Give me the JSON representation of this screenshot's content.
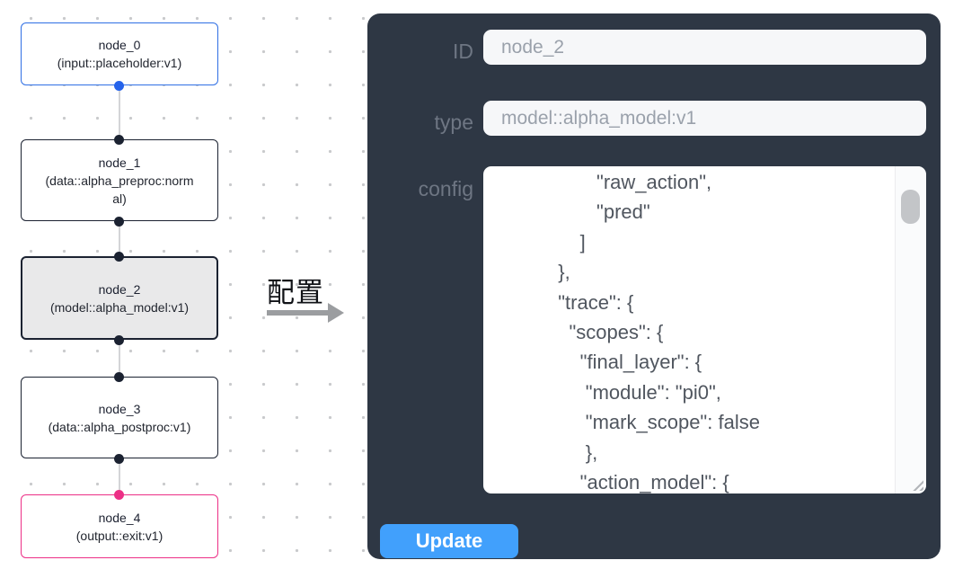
{
  "canvas": {
    "nodes": [
      {
        "id": "node_0",
        "title": "node_0",
        "subtitle": "(input::placeholder:v1)",
        "variant": "input"
      },
      {
        "id": "node_1",
        "title": "node_1",
        "subtitle": "(data::alpha_preproc:normal)",
        "variant": "default"
      },
      {
        "id": "node_2",
        "title": "node_2",
        "subtitle": "(model::alpha_model:v1)",
        "variant": "selected"
      },
      {
        "id": "node_3",
        "title": "node_3",
        "subtitle": "(data::alpha_postproc:v1)",
        "variant": "default"
      },
      {
        "id": "node_4",
        "title": "node_4",
        "subtitle": "(output::exit:v1)",
        "variant": "output"
      }
    ],
    "edge_label": "配置"
  },
  "panel": {
    "fields": [
      {
        "label": "ID",
        "value": "node_2"
      },
      {
        "label": "type",
        "value": "model::alpha_model:v1"
      }
    ],
    "config": {
      "label": "config",
      "text": "                  \"raw_action\",\n                  \"pred\"\n               ]\n           },\n           \"trace\": {\n             \"scopes\": {\n               \"final_layer\": {\n                \"module\": \"pi0\",\n                \"mark_scope\": false\n                },\n               \"action_model\": {"
    },
    "update_button": "Update"
  },
  "colors": {
    "panel_bg": "#2e3744",
    "button_blue": "#41a0fc",
    "node_blue_border": "#2f6fe4",
    "node_pink_border": "#ec2f86",
    "node_dark_border": "#1b2231",
    "selected_node_bg": "#e9e9ea",
    "input_bg": "#f6f7f9",
    "label_gray": "#6e7683"
  }
}
